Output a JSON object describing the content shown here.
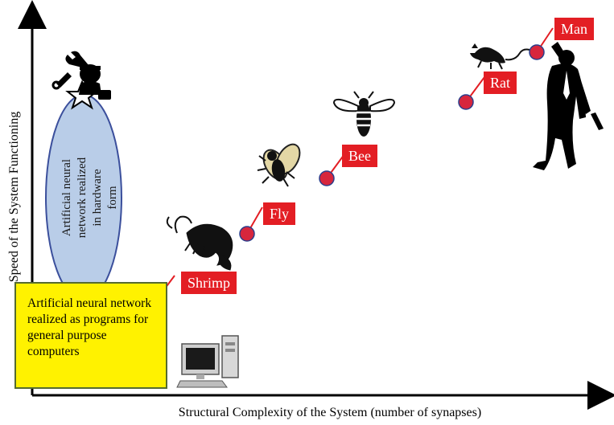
{
  "axes": {
    "y_label": "Speed of the System Functioning",
    "x_label": "Structural Complexity of the System (number of synapses)"
  },
  "boxes": {
    "hardware": "Artificial neural\nnetwork realized\nin hardware form",
    "software": "Artificial neural network realized as programs for general purpose computers"
  },
  "organisms": [
    {
      "key": "shrimp",
      "label": "Shrimp",
      "icon": "shrimp-icon"
    },
    {
      "key": "fly",
      "label": "Fly",
      "icon": "fly-icon"
    },
    {
      "key": "bee",
      "label": "Bee",
      "icon": "bee-icon"
    },
    {
      "key": "rat",
      "label": "Rat",
      "icon": "rat-icon"
    },
    {
      "key": "man",
      "label": "Man",
      "icon": "man-silhouette-icon"
    }
  ],
  "icons": [
    "robot-hardware-icon",
    "computer-icon"
  ],
  "colors": {
    "label_bg": "#e31e24",
    "dot": "#d7263d",
    "dot_outline": "#2c3e8c",
    "ellipse_fill": "#b9cde8",
    "ellipse_stroke": "#3b4f9c",
    "box_fill": "#fff200"
  }
}
